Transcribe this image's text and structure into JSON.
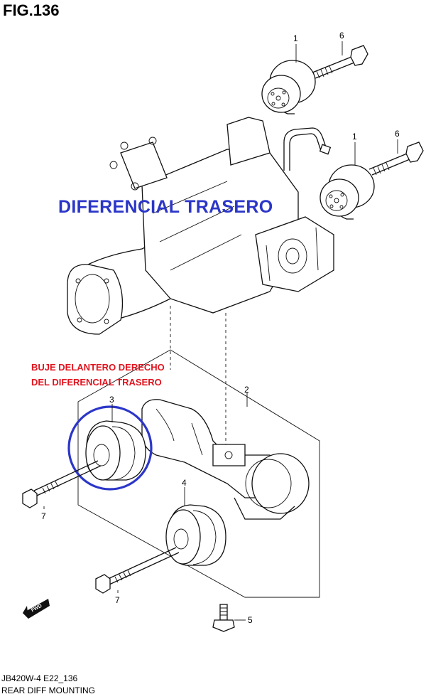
{
  "figure": {
    "label": "FIG.136",
    "overlay_title": "DIFERENCIAL TRASERO",
    "callout_line1": "BUJE DELANTERO DERECHO",
    "callout_line2": "DEL DIFERENCIAL TRASERO",
    "footer_code": "JB420W-4 E22_136",
    "footer_name": "REAR DIFF MOUNTING",
    "fwd_label": "FWD"
  },
  "parts": {
    "p1a": "1",
    "p1b": "1",
    "p6a": "6",
    "p6b": "6",
    "p2": "2",
    "p3": "3",
    "p4": "4",
    "p5": "5",
    "p7a": "7",
    "p7b": "7"
  },
  "colors": {
    "title": "#2b36c8",
    "callout": "#e0141e",
    "highlight_circle": "#2b36c8",
    "lines": "#111111"
  }
}
